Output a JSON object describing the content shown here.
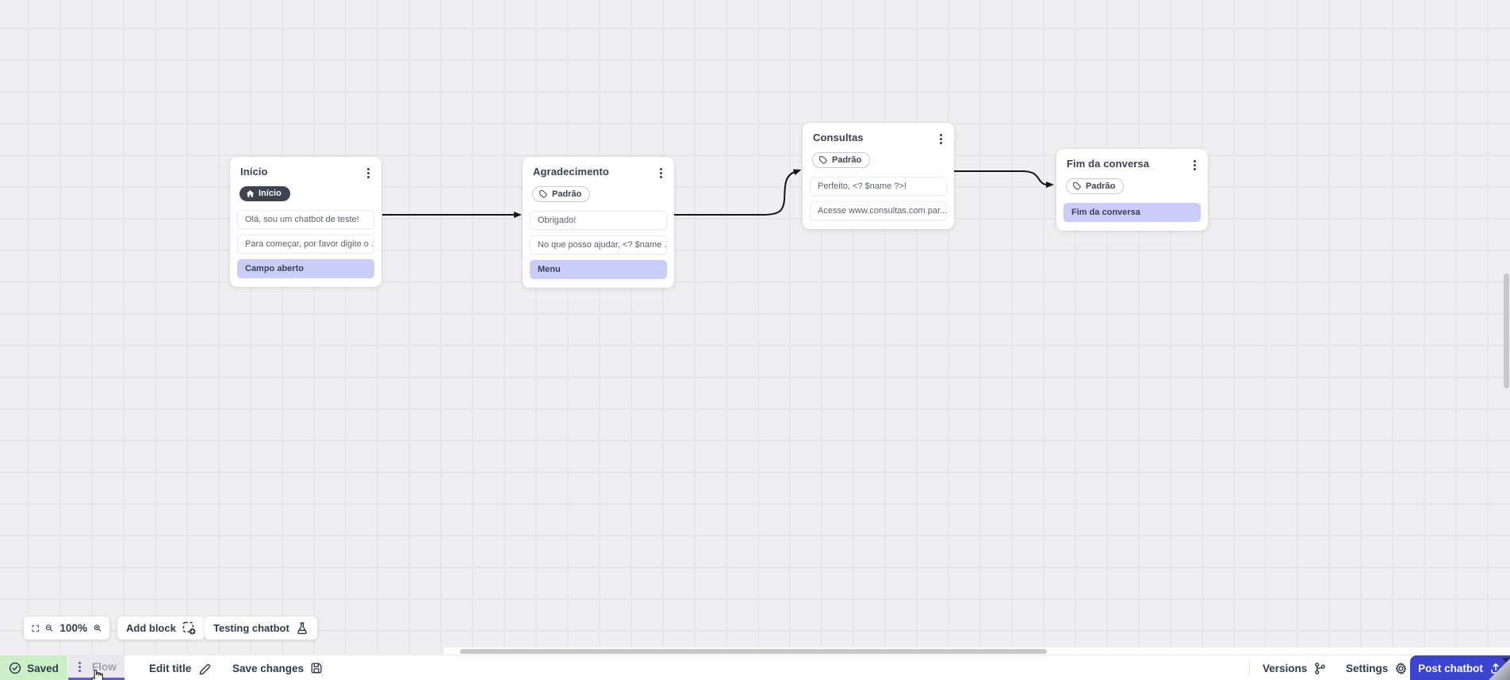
{
  "colors": {
    "canvas_bg": "#efeef0",
    "grid_line": "#e7e6e9",
    "accent_indigo": "#3b43d1",
    "tab_underline": "#585ae0",
    "saved_green": "#cbefc7",
    "action_row_purple": "#c9cdf7",
    "badge_dark": "#3c4352",
    "wire_black": "#15151a"
  },
  "blocks": [
    {
      "title": "Início",
      "badge": "Início",
      "badge_icon": "home",
      "rows": [
        "Olá, sou um chatbot de teste!",
        "Para começar, por favor digite o ...",
        "Campo aberto"
      ]
    },
    {
      "title": "Agradecimento",
      "badge": "Padrão",
      "badge_icon": "tag",
      "rows": [
        "Obrigado!",
        "No que posso ajudar, <? $name ...",
        "Menu"
      ]
    },
    {
      "title": "Consultas",
      "badge": "Padrão",
      "badge_icon": "tag",
      "rows": [
        "Perfeito, <? $name ?>!",
        "Acesse www.consultas.com par..."
      ]
    },
    {
      "title": "Fim da conversa",
      "badge": "Padrão",
      "badge_icon": "tag",
      "rows": [
        "Fim da conversa"
      ]
    }
  ],
  "toolbar": {
    "zoom_level": "100%",
    "add_block": "Add block",
    "testing_chatbot": "Testing chatbot"
  },
  "bottombar": {
    "saved": "Saved",
    "flow_tab": "Flow",
    "edit_title": "Edit title",
    "save_changes": "Save changes",
    "versions": "Versions",
    "settings": "Settings",
    "post_chatbot": "Post chatbot"
  }
}
